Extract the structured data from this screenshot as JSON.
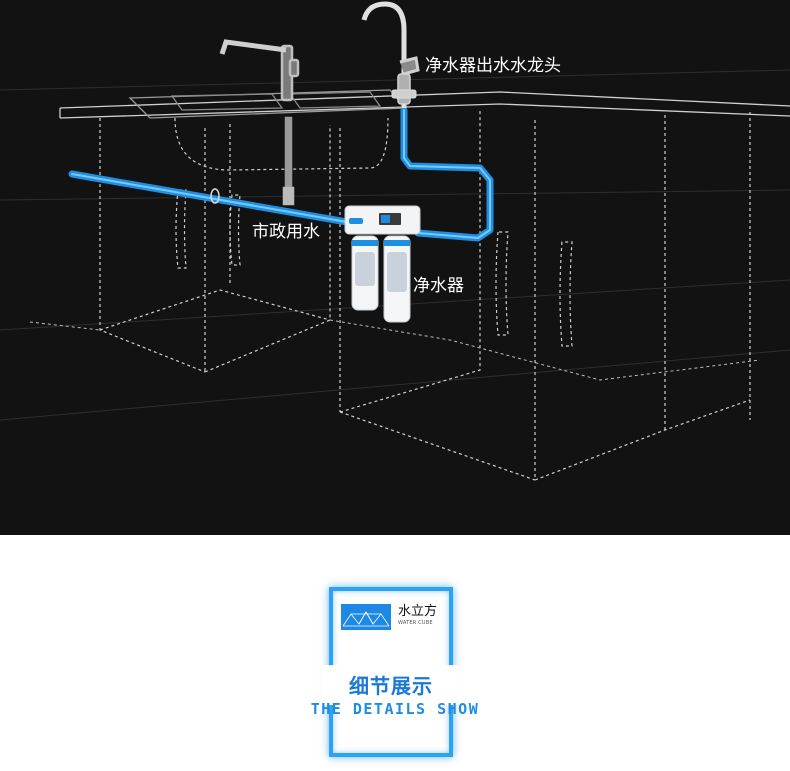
{
  "diagram": {
    "labels": {
      "faucet": "净水器出水水龙头",
      "municipal_water": "市政用水",
      "purifier": "净水器"
    },
    "colors": {
      "background": "#121212",
      "water_pipe": "#1e90e0",
      "outline": "#d8d8d8"
    }
  },
  "badge": {
    "brand_name": "水立方",
    "brand_sub": "WATER CUBE",
    "title": "细节展示",
    "subtitle": "THE DETAILS SHOW",
    "colors": {
      "frame": "#2ba3f2",
      "title": "#1a78d6"
    }
  }
}
